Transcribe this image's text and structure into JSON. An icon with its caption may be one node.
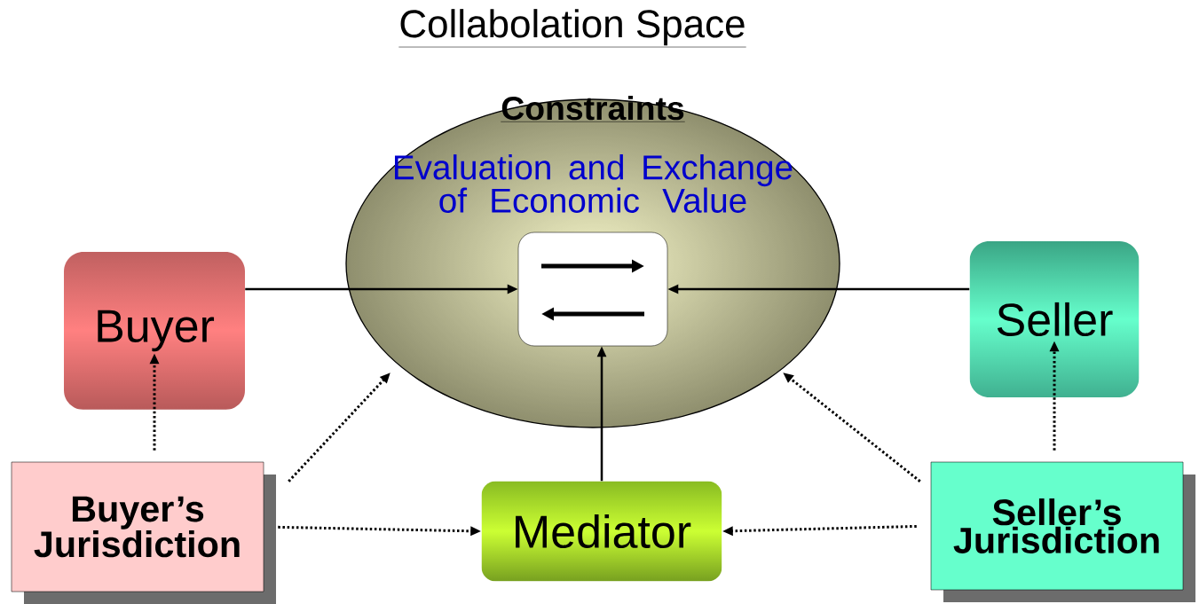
{
  "diagram": {
    "title": "Collabolation Space",
    "nodes": [
      {
        "text": [
          "Constraints",
          "Evaluation and Exchange of Economic Value"
        ]
      },
      {
        "text": [],
        "shape": "box",
        "in": 0
      },
      {
        "text": [
          "Buyer"
        ]
      },
      {
        "text": [
          "Seller"
        ]
      },
      {
        "text": [
          "Buyer’s Jurisdiction"
        ]
      },
      {
        "text": [
          "Mediator"
        ]
      },
      {
        "text": [
          "Seller’s Jurisdiction"
        ]
      }
    ],
    "edges": [
      {
        "from": 2,
        "to": 1,
        "arrow": "to"
      },
      {
        "from": 3,
        "to": 1,
        "arrow": "to"
      },
      {
        "from": 5,
        "to": 1,
        "arrow": "to"
      },
      {
        "from": 4,
        "to": 2,
        "arrow": "to",
        "style": "dashed"
      },
      {
        "from": 6,
        "to": 3,
        "arrow": "to",
        "style": "dashed"
      },
      {
        "from": 4,
        "to": 0,
        "arrow": "to",
        "style": "dashed"
      },
      {
        "from": 6,
        "to": 0,
        "arrow": "to",
        "style": "dashed"
      },
      {
        "from": 4,
        "to": 5,
        "arrow": "to",
        "style": "dashed"
      },
      {
        "from": 6,
        "to": 5,
        "arrow": "to",
        "style": "dashed"
      }
    ]
  }
}
